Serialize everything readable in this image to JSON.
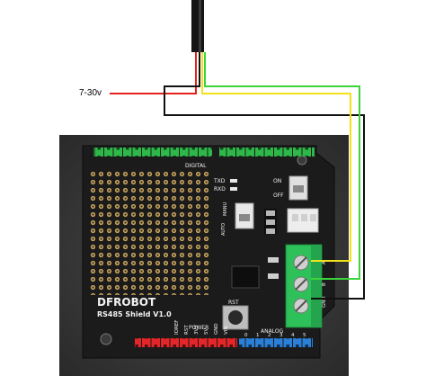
{
  "wiring": {
    "voltage_label": "7-30v"
  },
  "board": {
    "brand": "DFROBOT",
    "model": "RS485 Shield V1.0",
    "digital": "DIGITAL",
    "analog": "ANALOG",
    "power": "POWER",
    "mode_manu": "MANU",
    "mode_auto": "AUTO",
    "txd": "TXD",
    "rxd": "RXD",
    "on": "ON",
    "off": "OFF",
    "rst": "RST",
    "pin_labels_power": [
      "IOREF",
      "RST",
      "3V3",
      "5V",
      "GND",
      "VIN"
    ],
    "pin_labels_analog": [
      "0",
      "1",
      "2",
      "3",
      "4",
      "5"
    ],
    "terminal_labels": [
      "A",
      "B",
      "GND"
    ]
  },
  "colors": {
    "pcb": "#1b1b1b",
    "backdrop": "#3a3a3a",
    "header_green": "#2fb84a",
    "header_red": "#e2262a",
    "header_blue": "#2a7fd6",
    "terminal_green": "#2ec15a",
    "wire_red": "#e3221b",
    "wire_yellow": "#f2e21a",
    "wire_green": "#3bd43b",
    "wire_black": "#111111"
  }
}
